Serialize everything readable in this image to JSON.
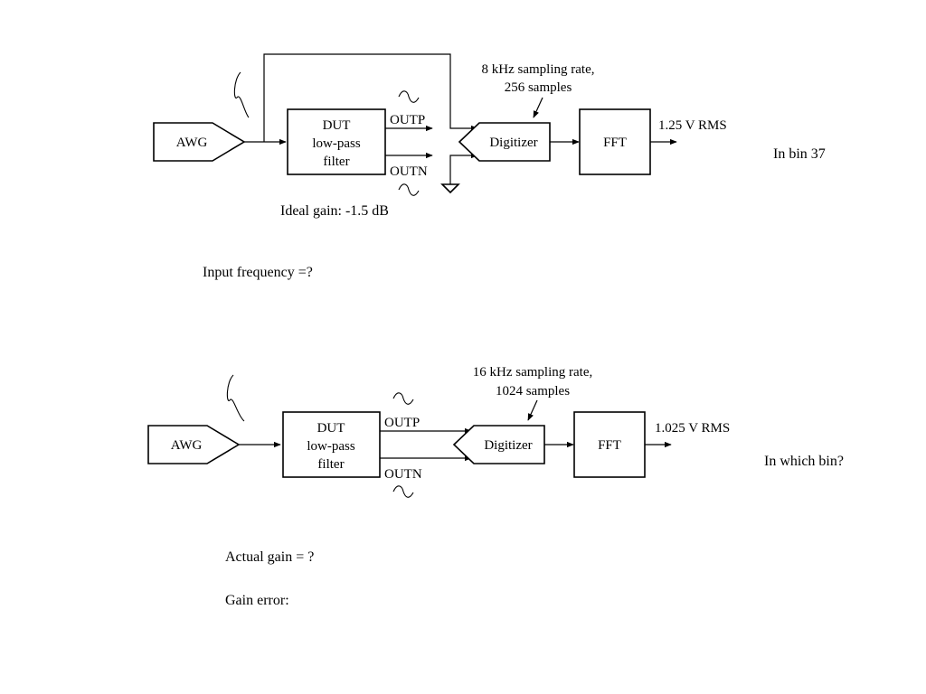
{
  "diagram_top": {
    "awg_label": "AWG",
    "dut_lines": [
      "DUT",
      "low-pass",
      "filter"
    ],
    "outp_label": "OUTP",
    "outn_label": "OUTN",
    "digitizer_label": "Digitizer",
    "fft_label": "FFT",
    "sampling_note": [
      "8 kHz sampling rate,",
      "256 samples"
    ],
    "output_level": "1.25 V RMS",
    "bin_text": "In bin 37",
    "gain_text": "Ideal gain: -1.5 dB",
    "question": "Input frequency =?"
  },
  "diagram_bottom": {
    "awg_label": "AWG",
    "dut_lines": [
      "DUT",
      "low-pass",
      "filter"
    ],
    "outp_label": "OUTP",
    "outn_label": "OUTN",
    "digitizer_label": "Digitizer",
    "fft_label": "FFT",
    "sampling_note": [
      "16 kHz sampling rate,",
      "1024 samples"
    ],
    "output_level": "1.025 V RMS",
    "bin_text": "In which bin?",
    "question_gain": "Actual gain = ?",
    "question_error": "Gain error:"
  }
}
